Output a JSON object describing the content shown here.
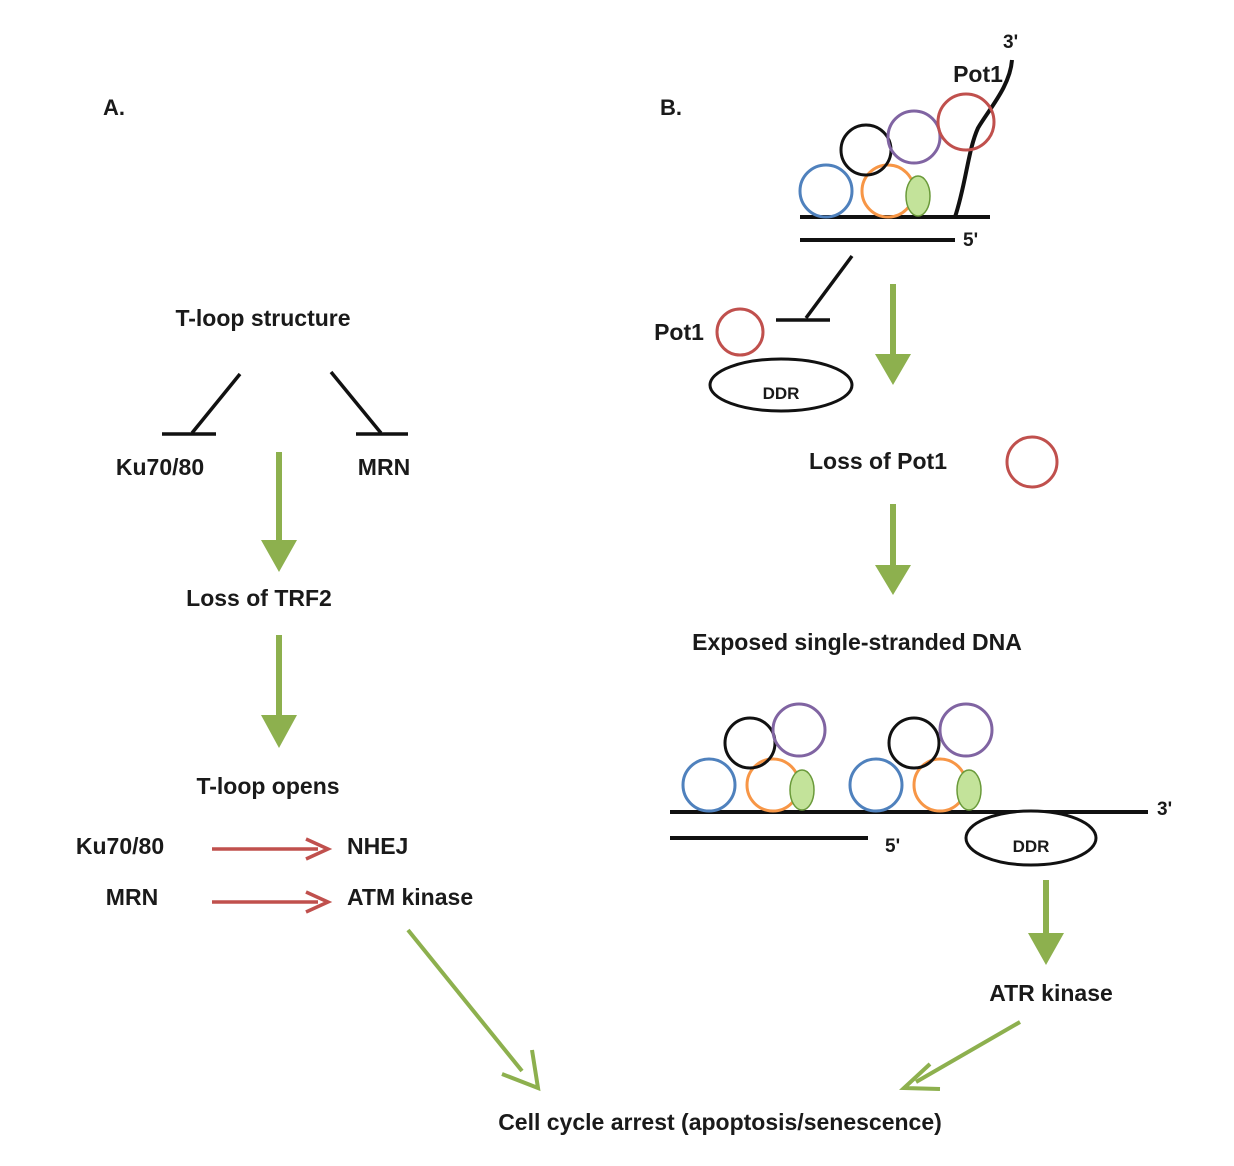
{
  "panel_a": {
    "label": "A.",
    "tloop_structure": "T-loop structure",
    "ku_top": "Ku70/80",
    "mrn_top": "MRN",
    "loss_trf2": "Loss of TRF2",
    "tloop_opens": "T-loop opens",
    "ku_bottom": "Ku70/80",
    "nhej": "NHEJ",
    "mrn_bottom": "MRN",
    "atm": "ATM kinase"
  },
  "panel_b": {
    "label": "B.",
    "pot1_top": "Pot1",
    "three_prime_top": "3'",
    "five_prime_top": "5'",
    "pot1_left": "Pot1",
    "ddr_top": "DDR",
    "loss_pot1": "Loss of Pot1",
    "exposed": "Exposed single-stranded DNA",
    "five_prime_bottom": "5'",
    "three_prime_bottom": "3'",
    "ddr_bottom": "DDR",
    "atr": "ATR kinase"
  },
  "bottom": {
    "cell_cycle": "Cell cycle arrest (apoptosis/senescence)"
  },
  "colors": {
    "green_arrow": "#8db04e",
    "red_arrow": "#c0504d",
    "blue": "#4f81bd",
    "black": "#111111",
    "purple": "#8064a2",
    "red": "#c0504d",
    "orange": "#f79646",
    "light_green": "#c3e39a"
  }
}
